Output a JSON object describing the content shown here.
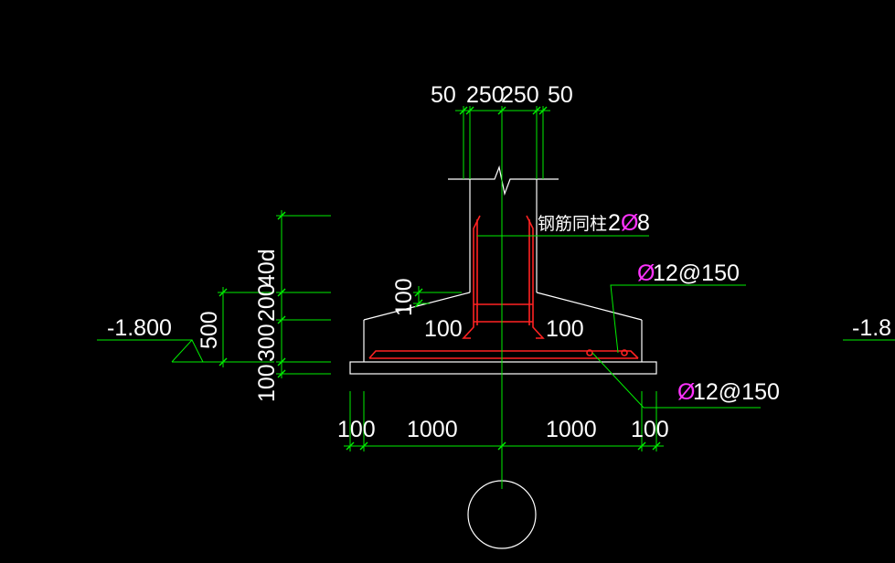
{
  "drawing": {
    "top_dims": {
      "a": "50",
      "b": "250",
      "c": "250",
      "d": "50"
    },
    "bottom_dims": {
      "a": "100",
      "b": "1000",
      "c": "1000",
      "d": "100"
    },
    "left_dims": {
      "upper": "40d",
      "mid1": "200",
      "mid2": "300",
      "low": "100",
      "total": "500"
    },
    "slope_dim": "100",
    "step_left": "100",
    "step_right": "100",
    "elevation": "-1.800",
    "elevation_right_partial": "-1.8",
    "rebar_note_text": "钢筋同柱",
    "rebar_note_count": "2",
    "rebar_note_symbol": "Ø",
    "rebar_note_size": "8",
    "rebar_top_symbol": "Ø",
    "rebar_top_spec": "12@150",
    "rebar_bottom_symbol": "Ø",
    "rebar_bottom_spec": "12@150"
  },
  "colors": {
    "background": "#000000",
    "outline": "#ffffff",
    "dimension": "#00ee00",
    "rebar": "#ff2222",
    "symbol": "#ff33ff"
  }
}
